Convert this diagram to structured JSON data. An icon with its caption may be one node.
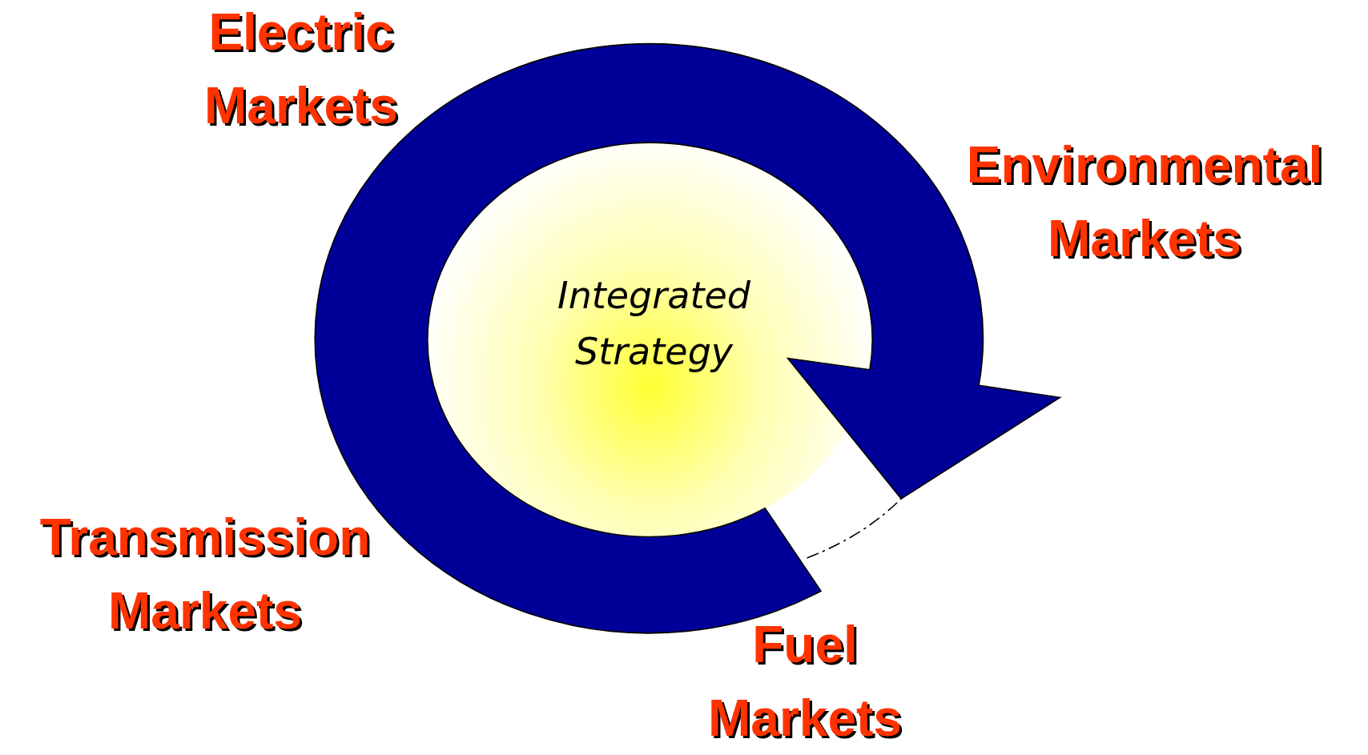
{
  "diagram": {
    "nodes": [
      {
        "text": [
          "Integrated Strategy"
        ]
      }
    ],
    "labels": [
      "Electric Markets",
      "Environmental Markets",
      "Transmission Markets",
      "Fuel Markets"
    ]
  }
}
